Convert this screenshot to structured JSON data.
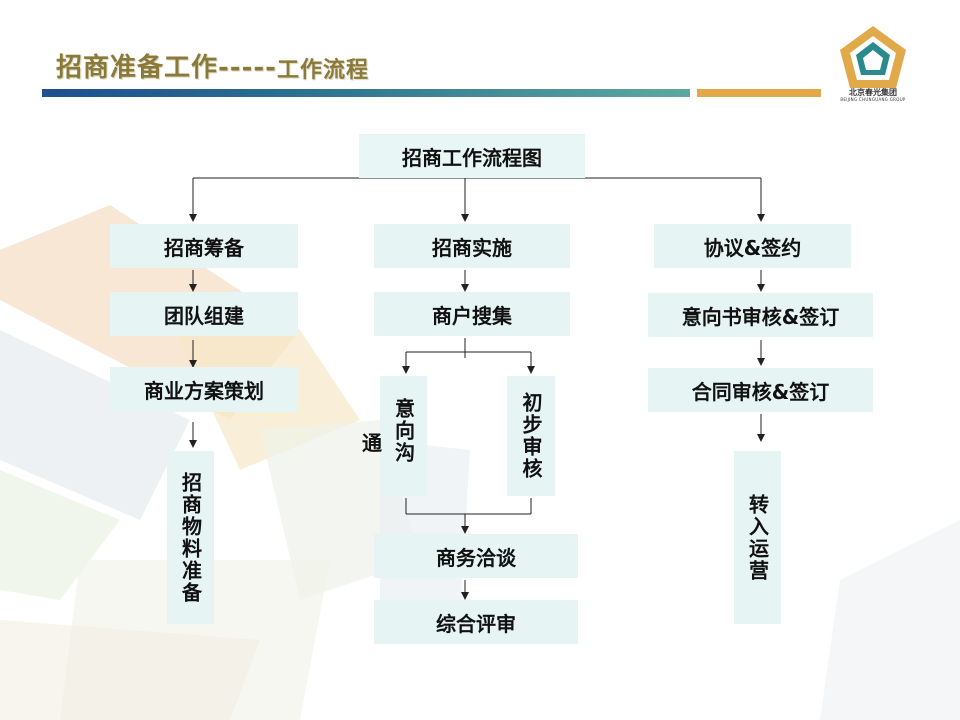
{
  "title": {
    "main": "招商准备工作-----",
    "sub": "工作流程"
  },
  "logo": {
    "name": "北京春光集团",
    "sub": "BEIJING CHUNGUANG GROUP"
  },
  "diagram": {
    "root": "招商工作流程图",
    "columns": {
      "left": {
        "head": "招商筹备",
        "step2": "团队组建",
        "step3": "商业方案策划",
        "step4": "招商物料准备"
      },
      "middle": {
        "head": "招商实施",
        "step2": "商户搜集",
        "branch_left": "意向沟",
        "branch_left_extra": "通",
        "branch_right": "初步审核",
        "step3": "商务洽谈",
        "step4": "综合评审"
      },
      "right": {
        "head": "协议&签约",
        "step2": "意向书审核&签订",
        "step3": "合同审核&签订",
        "step4": "转入运营"
      }
    }
  },
  "colors": {
    "box_fill": "#e6f4f4",
    "title_text": "#8a7a3a",
    "bar_blue": "#2b7090",
    "bar_gold": "#e2a94a"
  }
}
